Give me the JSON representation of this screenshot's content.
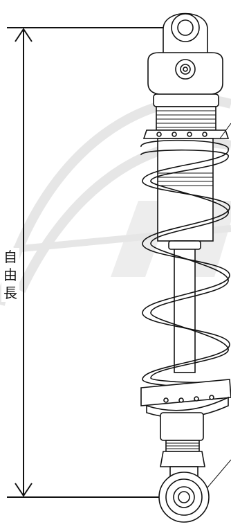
{
  "label": {
    "chars": [
      "自",
      "由",
      "長"
    ]
  },
  "colors": {
    "line": "#111111",
    "watermark": "#e6e6e6",
    "background": "#ffffff"
  }
}
